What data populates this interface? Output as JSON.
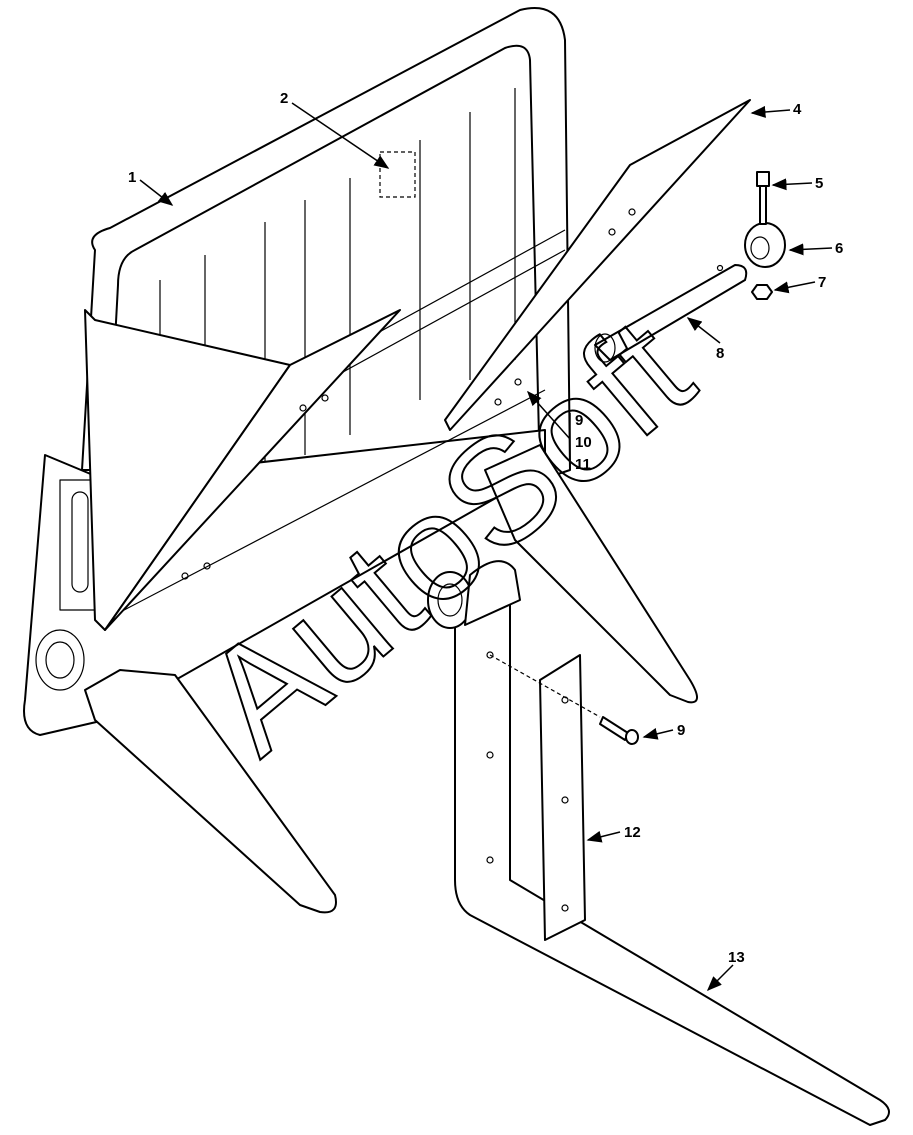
{
  "callouts": [
    "1",
    "2",
    "4",
    "5",
    "6",
    "7",
    "8",
    "9",
    "10",
    "11",
    "9",
    "12",
    "13"
  ],
  "watermark": "AutoSoft",
  "colors": {
    "ink": "#000000",
    "paper": "#ffffff"
  }
}
